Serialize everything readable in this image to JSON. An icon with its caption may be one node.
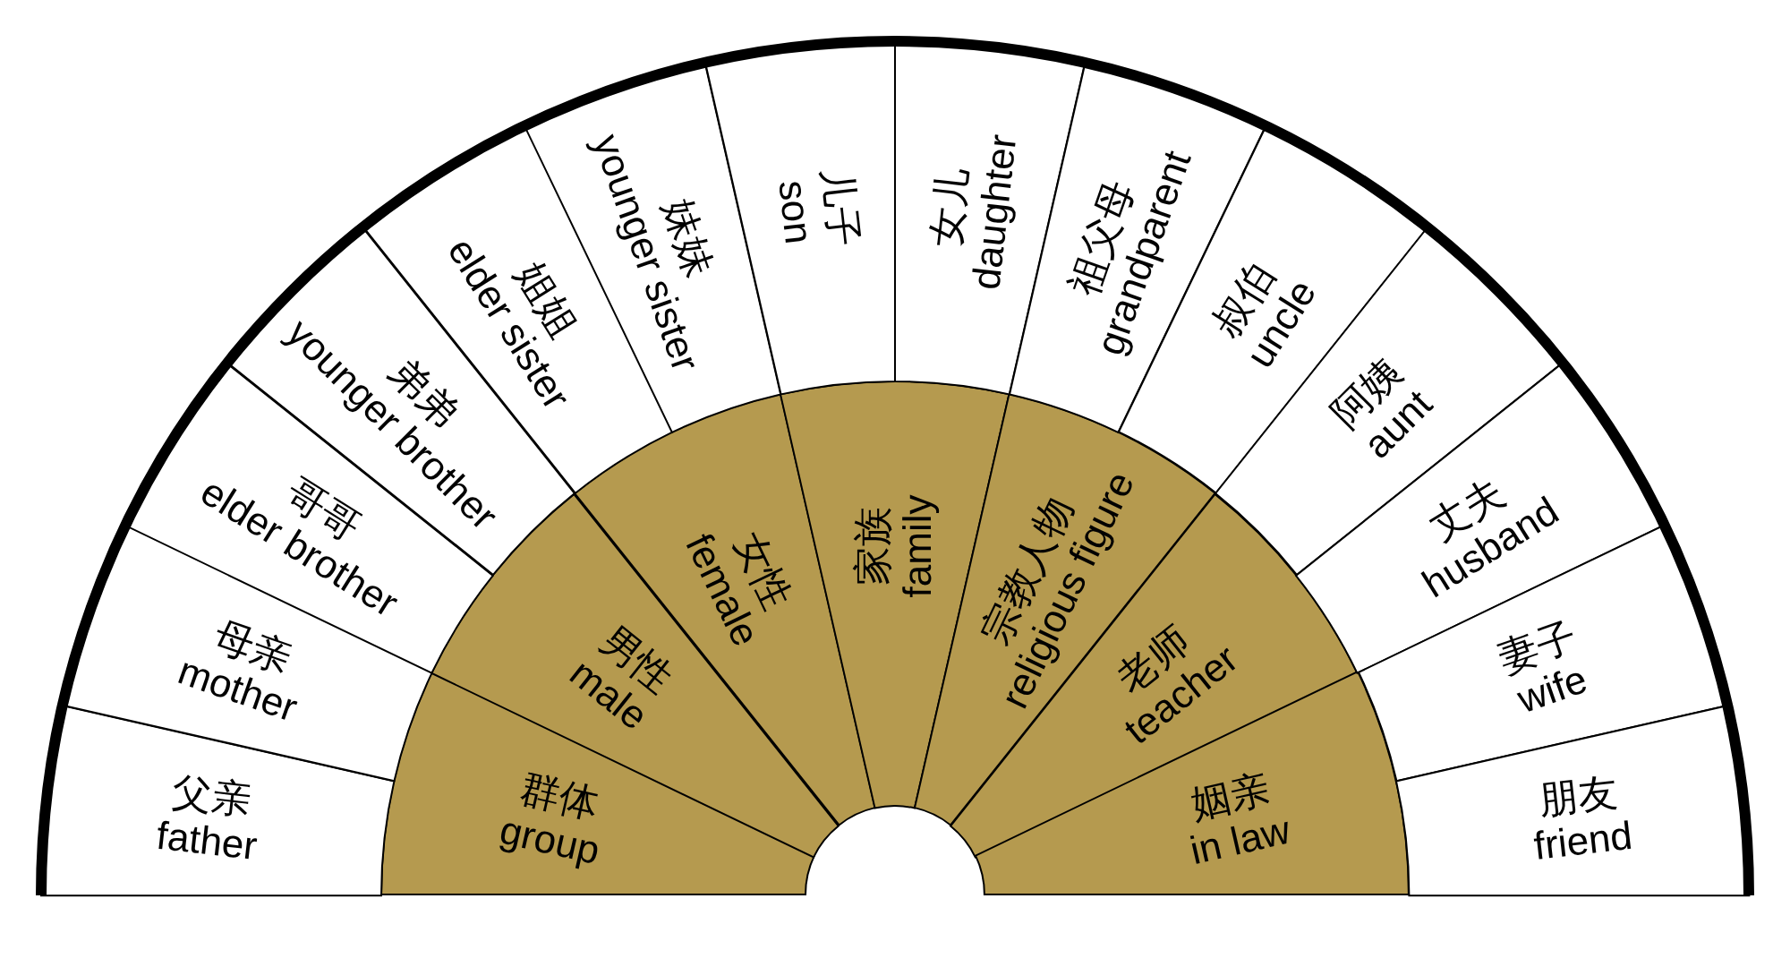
{
  "diagram": {
    "nodes": [
      {
        "text": [
          "群体",
          "group"
        ]
      },
      {
        "text": [
          "男性",
          "male"
        ]
      },
      {
        "text": [
          "女性",
          "female"
        ]
      },
      {
        "text": [
          "家族",
          "family"
        ]
      },
      {
        "text": [
          "宗教人物",
          "religious figure"
        ]
      },
      {
        "text": [
          "老师",
          "teacher"
        ]
      },
      {
        "text": [
          "姻亲",
          "in law"
        ]
      },
      {
        "text": [
          "父亲",
          "father"
        ]
      },
      {
        "text": [
          "母亲",
          "mother"
        ]
      },
      {
        "text": [
          "哥哥",
          "elder brother"
        ]
      },
      {
        "text": [
          "弟弟",
          "younger brother"
        ]
      },
      {
        "text": [
          "姐姐",
          "elder sister"
        ]
      },
      {
        "text": [
          "妹妹",
          "younger sister"
        ]
      },
      {
        "text": [
          "儿子",
          "son"
        ]
      },
      {
        "text": [
          "女儿",
          "daughter"
        ]
      },
      {
        "text": [
          "祖父母",
          "grandparent"
        ]
      },
      {
        "text": [
          "叔伯",
          "uncle"
        ]
      },
      {
        "text": [
          "阿姨",
          "aunt"
        ]
      },
      {
        "text": [
          "丈夫",
          "husband"
        ]
      },
      {
        "text": [
          "妻子",
          "wife"
        ]
      },
      {
        "text": [
          "朋友",
          "friend"
        ]
      }
    ]
  }
}
